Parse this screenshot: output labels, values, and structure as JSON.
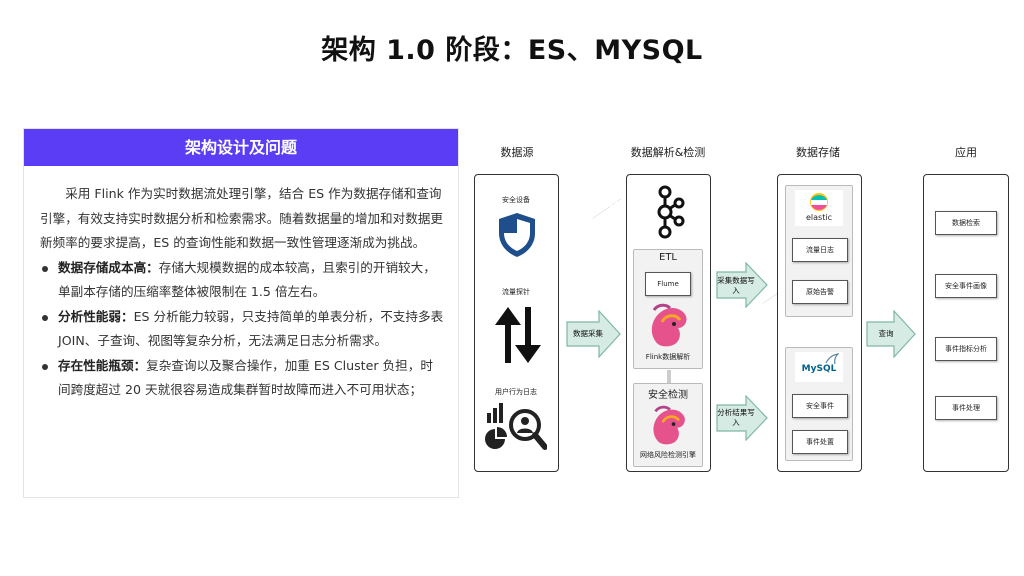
{
  "title": "架构 1.0 阶段：ES、MYSQL",
  "panel": {
    "header": "架构设计及问题",
    "intro": "采用 Flink 作为实时数据流处理引擎，结合 ES 作为数据存储和查询引擎，有效支持实时数据分析和检索需求。随着数据量的增加和对数据更新频率的要求提高，ES 的查询性能和数据一致性管理逐渐成为挑战。",
    "bullets": [
      {
        "bold": "数据存储成本高：",
        "text": "存储大规模数据的成本较高，且索引的开销较大，单副本存储的压缩率整体被限制在 1.5 倍左右。"
      },
      {
        "bold": "分析性能弱：",
        "text": "ES 分析能力较弱，只支持简单的单表分析，不支持多表 JOIN、子查询、视图等复杂分析，无法满足日志分析需求。"
      },
      {
        "bold": "存在性能瓶颈：",
        "text": "复杂查询以及聚合操作，加重 ES Cluster 负担，时间跨度超过 20 天就很容易造成集群暂时故障而进入不可用状态；"
      }
    ]
  },
  "diagram": {
    "col_labels": [
      "数据源",
      "数据解析&检测",
      "数据存储",
      "应用"
    ],
    "sources": [
      "安全设备",
      "流量探针",
      "用户行为日志"
    ],
    "arrow1": "数据采集",
    "etl": {
      "title": "ETL",
      "flume": "Flume",
      "flink_label": "Flink数据解析"
    },
    "security": {
      "title": "安全检测",
      "engine": "网络风险检测引擎"
    },
    "arrow_top": "采集数据写入",
    "arrow_bottom": "分析结果写入",
    "storage_es": {
      "logo": "elastic",
      "items": [
        "流量日志",
        "原始告警"
      ]
    },
    "storage_mysql": {
      "logo": "MySQL",
      "items": [
        "安全事件",
        "事件处置"
      ]
    },
    "arrow_query": "查询",
    "apps": [
      "数据检索",
      "安全事件画像",
      "事件指标分析",
      "事件处理"
    ]
  },
  "colors": {
    "accent": "#5b3df5",
    "arrow_fill": "#d6ebe3",
    "arrow_stroke": "#7fb8a2"
  }
}
